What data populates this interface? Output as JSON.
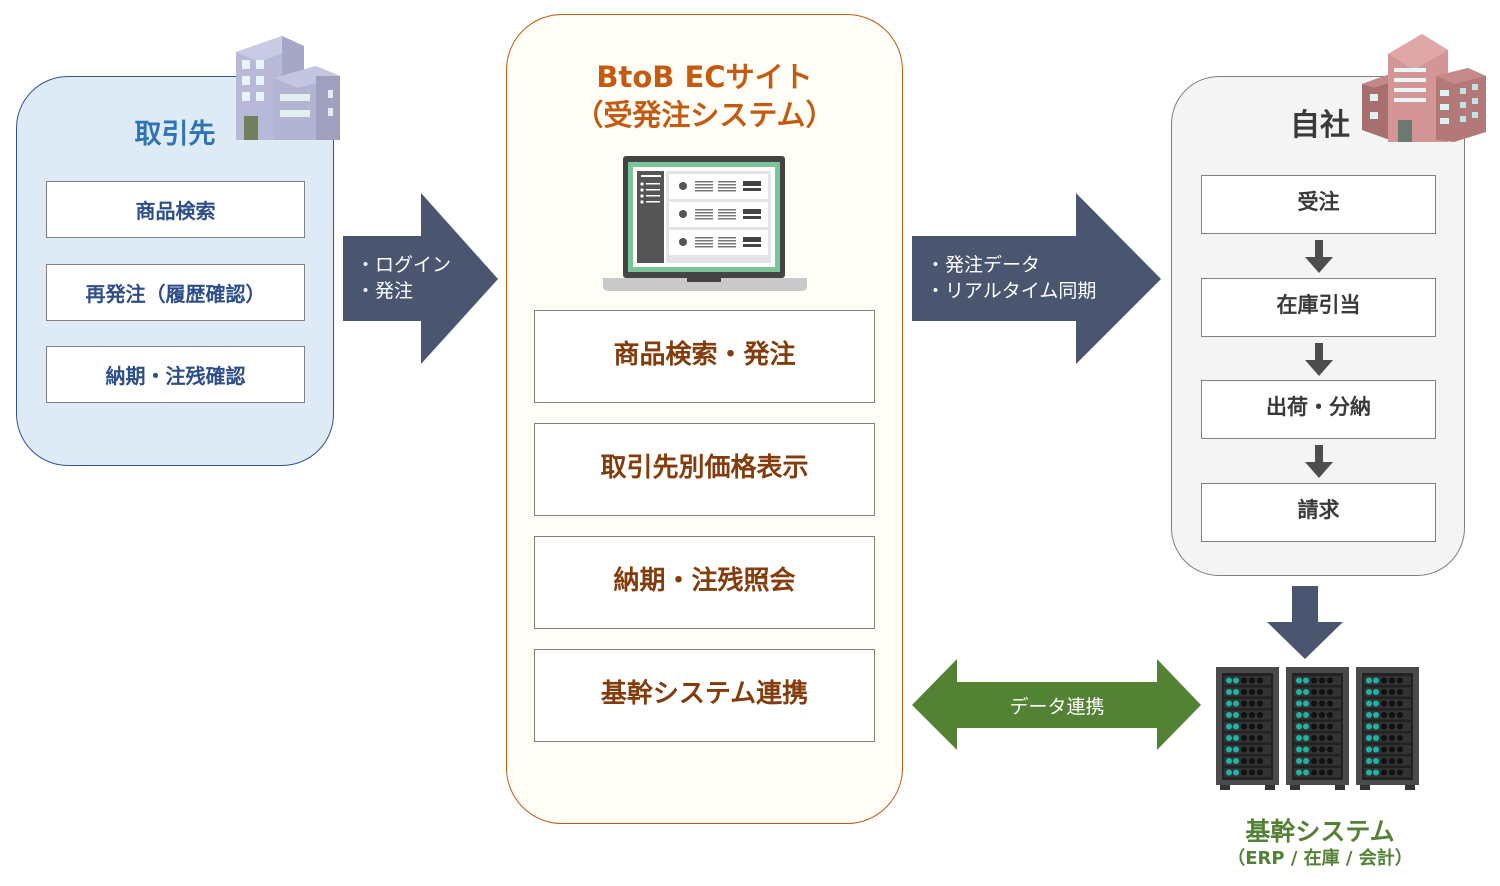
{
  "partner": {
    "title": "取引先",
    "icon": "office-building-icon",
    "items": [
      "商品検索",
      "再発注（履歴確認）",
      "納期・注残確認"
    ]
  },
  "arrow_login": {
    "lines": [
      "・ログイン",
      "・発注"
    ],
    "color": "#4a5570"
  },
  "ec_site": {
    "title_line1": "BtoB ECサイト",
    "title_line2": "（受発注システム）",
    "icon": "laptop-icon",
    "items": [
      "商品検索・発注",
      "取引先別価格表示",
      "納期・注残照会",
      "基幹システム連携"
    ],
    "accent_color": "#c55a11",
    "text_color": "#843c0c"
  },
  "arrow_order": {
    "lines": [
      "・発注データ",
      "・リアルタイム同期"
    ],
    "color": "#4a5570"
  },
  "own_company": {
    "title": "自社",
    "icon": "office-building-icon",
    "steps": [
      "受注",
      "在庫引当",
      "出荷・分納",
      "請求"
    ]
  },
  "arrow_data_link": {
    "label": "データ連携",
    "color": "#548235"
  },
  "erp": {
    "icon": "server-rack-icon",
    "title": "基幹システム",
    "subtitle": "（ERP / 在庫 / 会計）",
    "color": "#548235"
  }
}
